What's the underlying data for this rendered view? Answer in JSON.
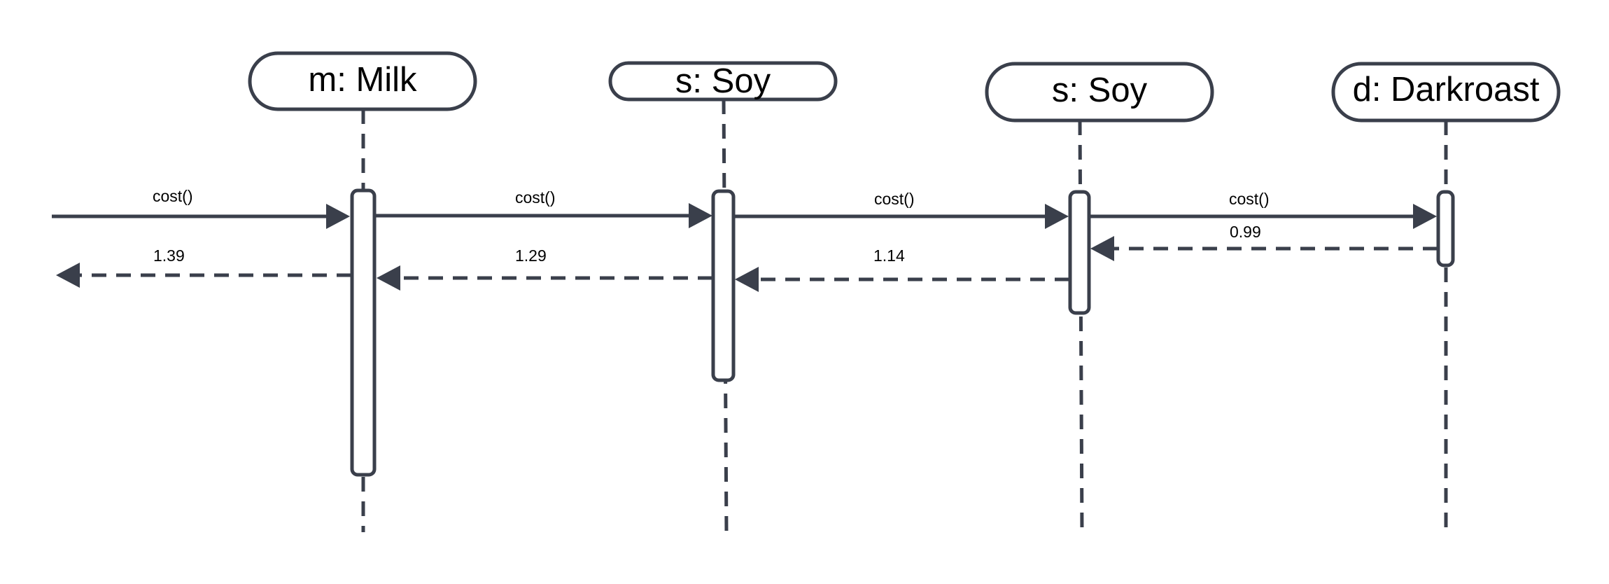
{
  "diagram": {
    "type": "sequence",
    "colors": {
      "stroke": "#3a3f4b",
      "fill": "#ffffff",
      "text": "#000000"
    },
    "participants": [
      {
        "id": "milk",
        "label": "m: Milk"
      },
      {
        "id": "soy1",
        "label": "s: Soy"
      },
      {
        "id": "soy2",
        "label": "s: Soy"
      },
      {
        "id": "darkroast",
        "label": "d: Darkroast"
      }
    ],
    "messages": [
      {
        "id": "call-1",
        "kind": "call",
        "from": "external",
        "to": "milk",
        "label": "cost()"
      },
      {
        "id": "call-2",
        "kind": "call",
        "from": "milk",
        "to": "soy1",
        "label": "cost()"
      },
      {
        "id": "call-3",
        "kind": "call",
        "from": "soy1",
        "to": "soy2",
        "label": "cost()"
      },
      {
        "id": "call-4",
        "kind": "call",
        "from": "soy2",
        "to": "darkroast",
        "label": "cost()"
      },
      {
        "id": "return-4",
        "kind": "return",
        "from": "darkroast",
        "to": "soy2",
        "label": "0.99"
      },
      {
        "id": "return-3",
        "kind": "return",
        "from": "soy2",
        "to": "soy1",
        "label": "1.14"
      },
      {
        "id": "return-2",
        "kind": "return",
        "from": "soy1",
        "to": "milk",
        "label": "1.29"
      },
      {
        "id": "return-1",
        "kind": "return",
        "from": "milk",
        "to": "external",
        "label": "1.39"
      }
    ]
  }
}
